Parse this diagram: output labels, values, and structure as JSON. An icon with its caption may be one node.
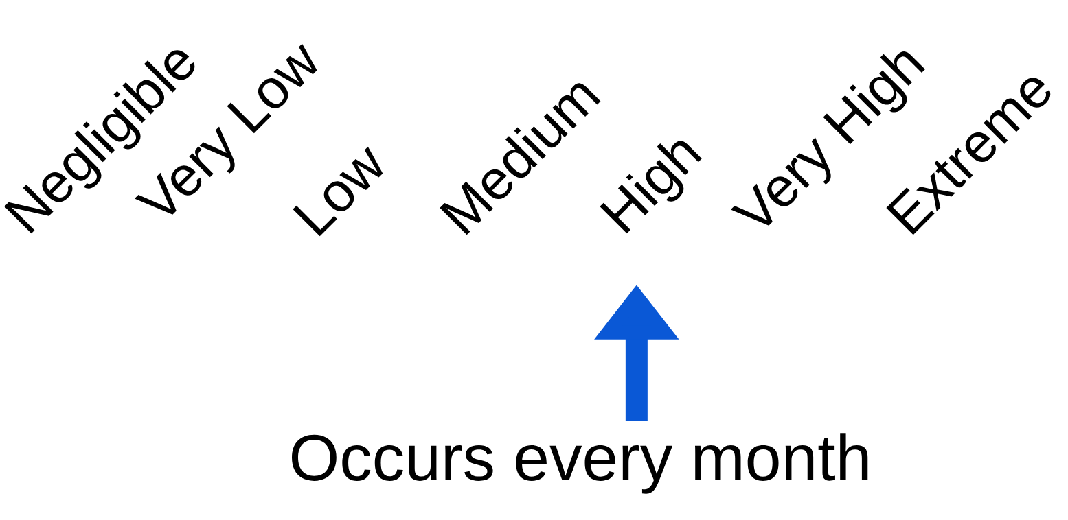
{
  "diagram": {
    "nodes": [
      {
        "text": [
          "Negligible"
        ]
      },
      {
        "text": [
          "Very Low"
        ]
      },
      {
        "text": [
          "Low"
        ]
      },
      {
        "text": [
          "Medium"
        ]
      },
      {
        "text": [
          "High"
        ]
      },
      {
        "text": [
          "Very High"
        ]
      },
      {
        "text": [
          "Extreme"
        ]
      },
      {
        "text": [
          "Occurs every month"
        ]
      }
    ],
    "edges": [
      {
        "from": 7,
        "to": 4,
        "arrow": "to",
        "color": "#0a58d6"
      }
    ]
  }
}
